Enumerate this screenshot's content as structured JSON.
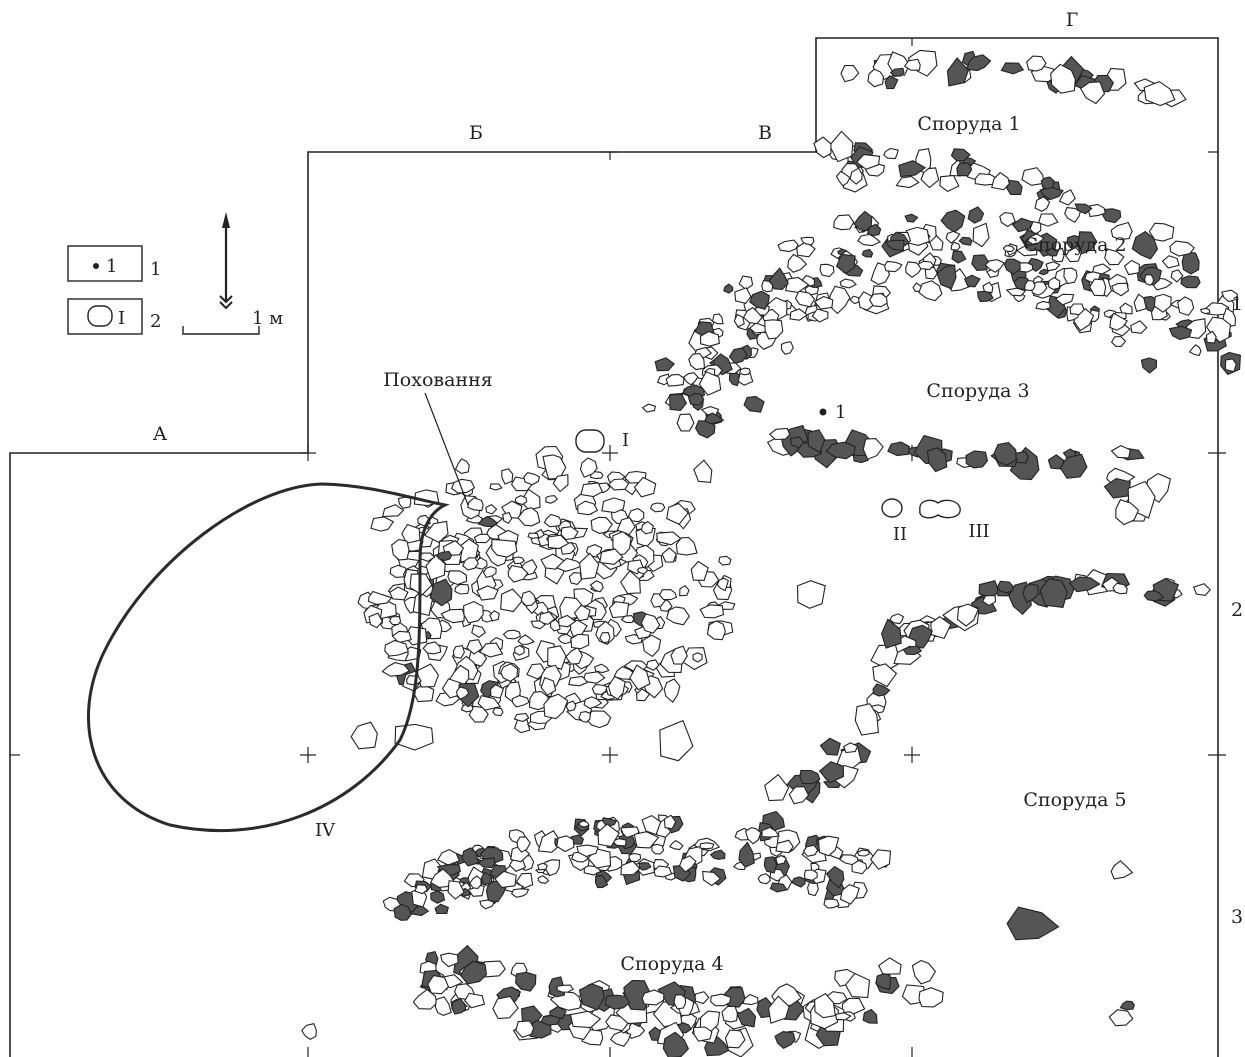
{
  "grid": {
    "columns": [
      "А",
      "Б",
      "В",
      "Г"
    ],
    "rows": [
      "1",
      "2",
      "3"
    ]
  },
  "structures": [
    {
      "id": "s1",
      "label": "Споруда 1"
    },
    {
      "id": "s2",
      "label": "Споруда 2"
    },
    {
      "id": "s3",
      "label": "Споруда 3"
    },
    {
      "id": "s4",
      "label": "Споруда 4"
    },
    {
      "id": "s5",
      "label": "Споруда 5"
    }
  ],
  "burial": {
    "label": "Поховання"
  },
  "pits": [
    {
      "id": "I",
      "label": "I"
    },
    {
      "id": "II",
      "label": "II"
    },
    {
      "id": "III",
      "label": "III"
    },
    {
      "id": "IV",
      "label": "IV"
    }
  ],
  "find_label": "1",
  "legend": {
    "items": [
      {
        "symbol": "1",
        "number": "1",
        "symbol_type": "point-find"
      },
      {
        "symbol": "I",
        "number": "2",
        "symbol_type": "pit"
      }
    ]
  },
  "scale": {
    "label": "1 м"
  },
  "north_arrow": {
    "icon": "north-arrow-icon"
  },
  "colors": {
    "stone_dark": "#555555",
    "line": "#222222",
    "background": "#ffffff"
  }
}
